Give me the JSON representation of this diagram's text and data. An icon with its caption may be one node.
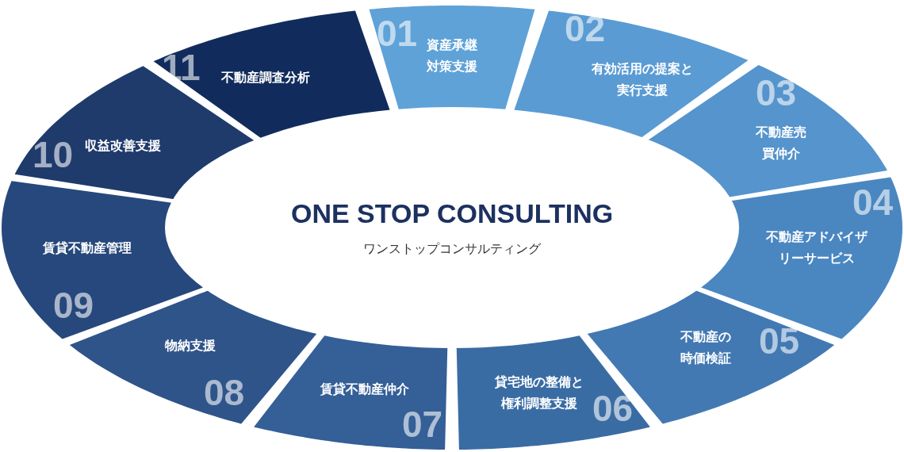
{
  "diagram": {
    "nodes": [
      {
        "text": [
          "ONE STOP CONSULTING",
          "ワンストップコンサルティング"
        ]
      },
      {
        "text": [
          "01",
          "資産承継対策支援"
        ]
      },
      {
        "text": [
          "02",
          "有効活用の提案と実行支援"
        ]
      },
      {
        "text": [
          "03",
          "不動産売買仲介"
        ]
      },
      {
        "text": [
          "04",
          "不動産アドバイザリーサービス"
        ]
      },
      {
        "text": [
          "不動産の時価検証",
          "05"
        ]
      },
      {
        "text": [
          "06",
          "貸宅地の整備と権利調整支援"
        ]
      },
      {
        "text": [
          "賃貸不動産仲介",
          "07"
        ]
      },
      {
        "text": [
          "物納支援",
          "08"
        ]
      },
      {
        "text": [
          "賃貸不動産管理",
          "09"
        ]
      },
      {
        "text": [
          "10",
          "収益改善支援"
        ]
      },
      {
        "text": [
          "11",
          "不動産調査分析"
        ]
      }
    ]
  }
}
